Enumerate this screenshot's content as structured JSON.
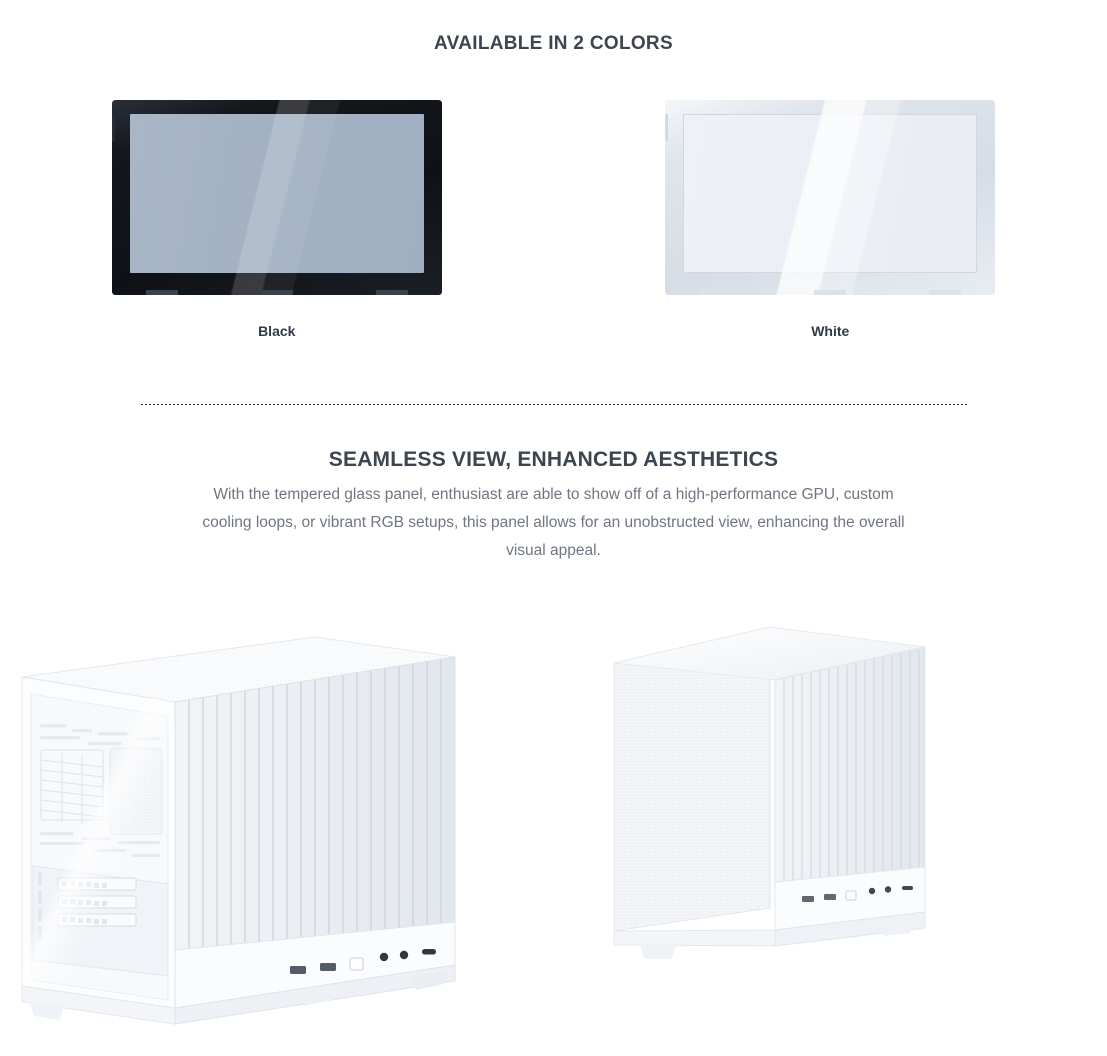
{
  "colors_section": {
    "title": "AVAILABLE IN 2 COLORS",
    "options": [
      {
        "label": "Black",
        "frame_color": "#121417",
        "glass_color": "#a4b4c6"
      },
      {
        "label": "White",
        "frame_color": "#d8dfe6",
        "glass_color": "#eef1f6"
      }
    ]
  },
  "feature_section": {
    "title": "SEAMLESS VIEW, ENHANCED AESTHETICS",
    "body": "With the tempered glass panel, enthusiast are able to show off of a high-performance GPU, custom cooling loops, or vibrant RGB setups, this panel allows for an unobstructed view, enhancing the overall visual appeal."
  },
  "hero_image": {
    "alt": "Two white mini-ITX PC cases shown side by side, front three-quarter view",
    "case_color": "#ffffff",
    "io_ports": [
      "usb-a",
      "usb-a",
      "power-button",
      "audio-jack",
      "audio-jack",
      "usb-c"
    ]
  },
  "theme": {
    "heading_color": "#3d4550",
    "body_color": "#6f7681",
    "label_color": "#2f3a4a",
    "background": "#ffffff"
  }
}
